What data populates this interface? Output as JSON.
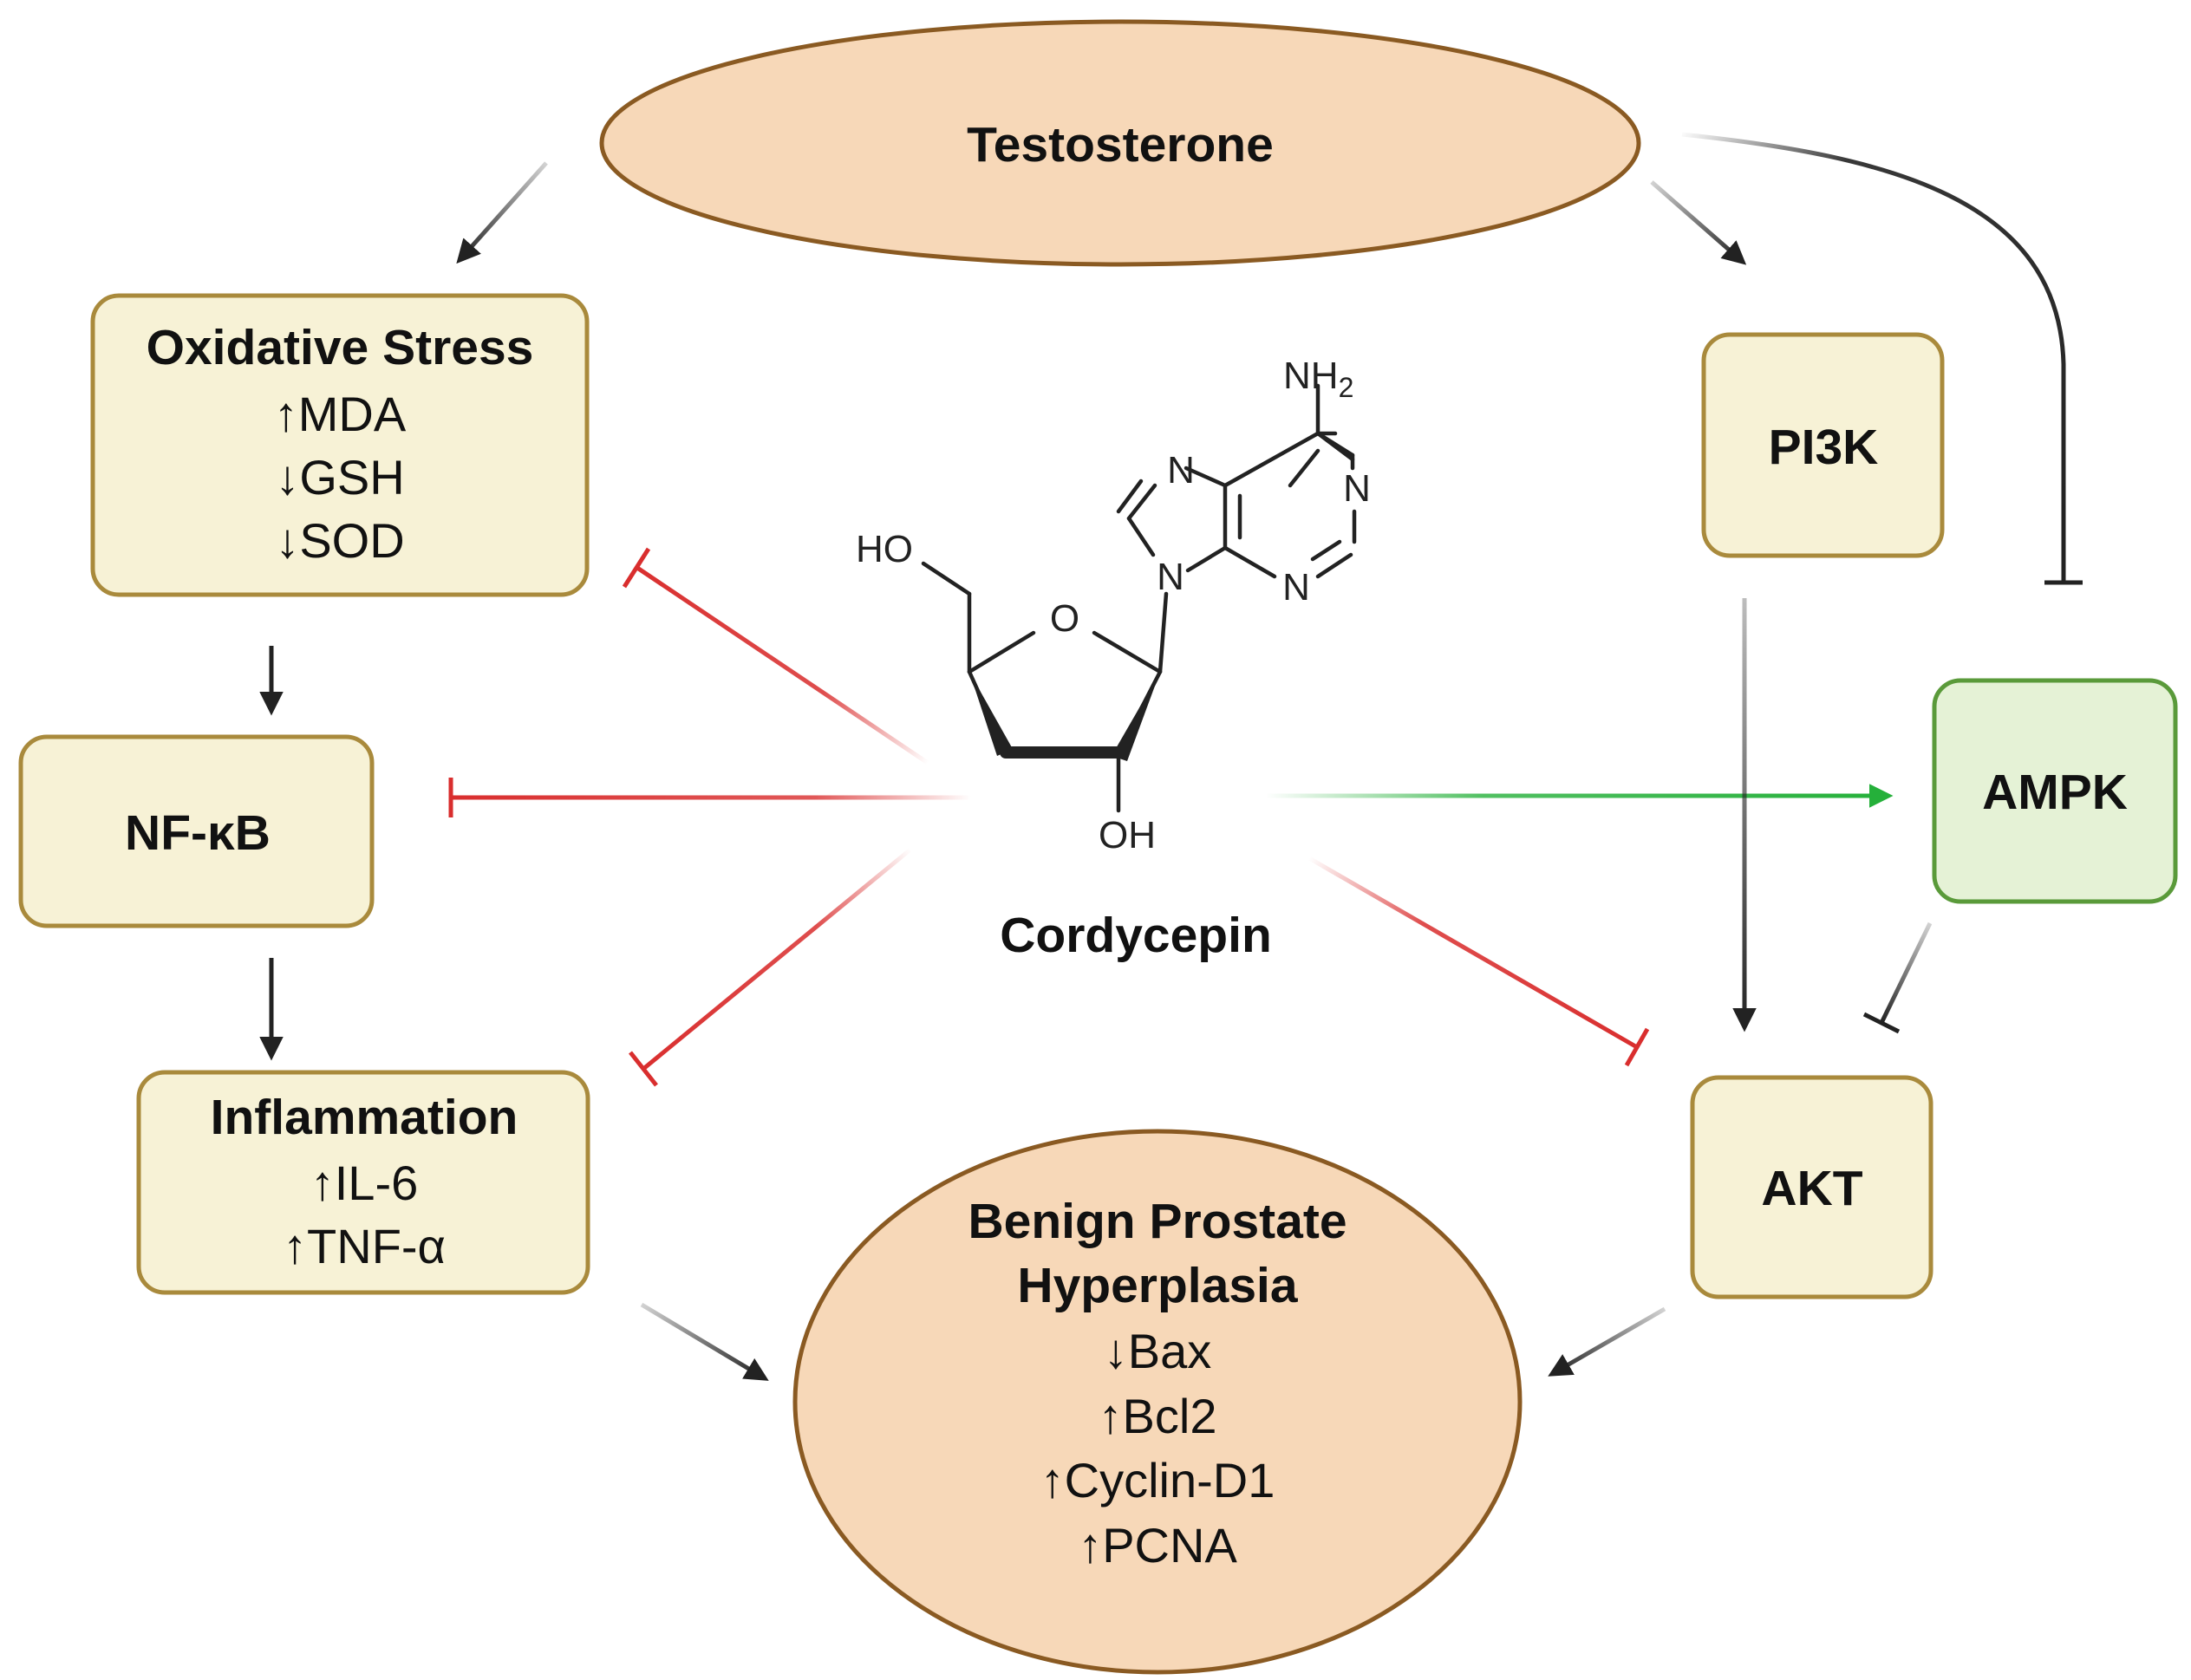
{
  "nodes": {
    "testosterone": {
      "title": "Testosterone"
    },
    "oxidative_stress": {
      "title": "Oxidative Stress",
      "lines": [
        "↑MDA",
        "↓GSH",
        "↓SOD"
      ]
    },
    "nfkb": {
      "title": "NF-κB"
    },
    "inflammation": {
      "title": "Inflammation",
      "lines": [
        "↑IL-6",
        "↑TNF-α"
      ]
    },
    "pi3k": {
      "title": "PI3K"
    },
    "ampk": {
      "title": "AMPK"
    },
    "akt": {
      "title": "AKT"
    },
    "bph": {
      "title_line1": "Benign Prostate",
      "title_line2": "Hyperplasia",
      "lines": [
        "↓Bax",
        "↑Bcl2",
        "↑Cyclin-D1",
        "↑PCNA"
      ]
    },
    "cordycepin": {
      "title": "Cordycepin"
    }
  },
  "molecule": {
    "atoms": {
      "nh2_n": "NH",
      "nh2_sub": "2",
      "n7": "N",
      "n1": "N",
      "n9": "N",
      "n3": "N",
      "ho": "HO",
      "o_ring": "O",
      "oh": "OH"
    }
  },
  "colors": {
    "cream_fill": "#f7f2d6",
    "cream_border": "#a98a3c",
    "peach_fill": "#f7d8b8",
    "peach_border": "#8a5a22",
    "green_fill": "#e5f2d6",
    "green_border": "#5a9a3a",
    "activation_black": "#222222",
    "inhibition_red": "#d92e2e",
    "activation_green": "#25b03a"
  }
}
